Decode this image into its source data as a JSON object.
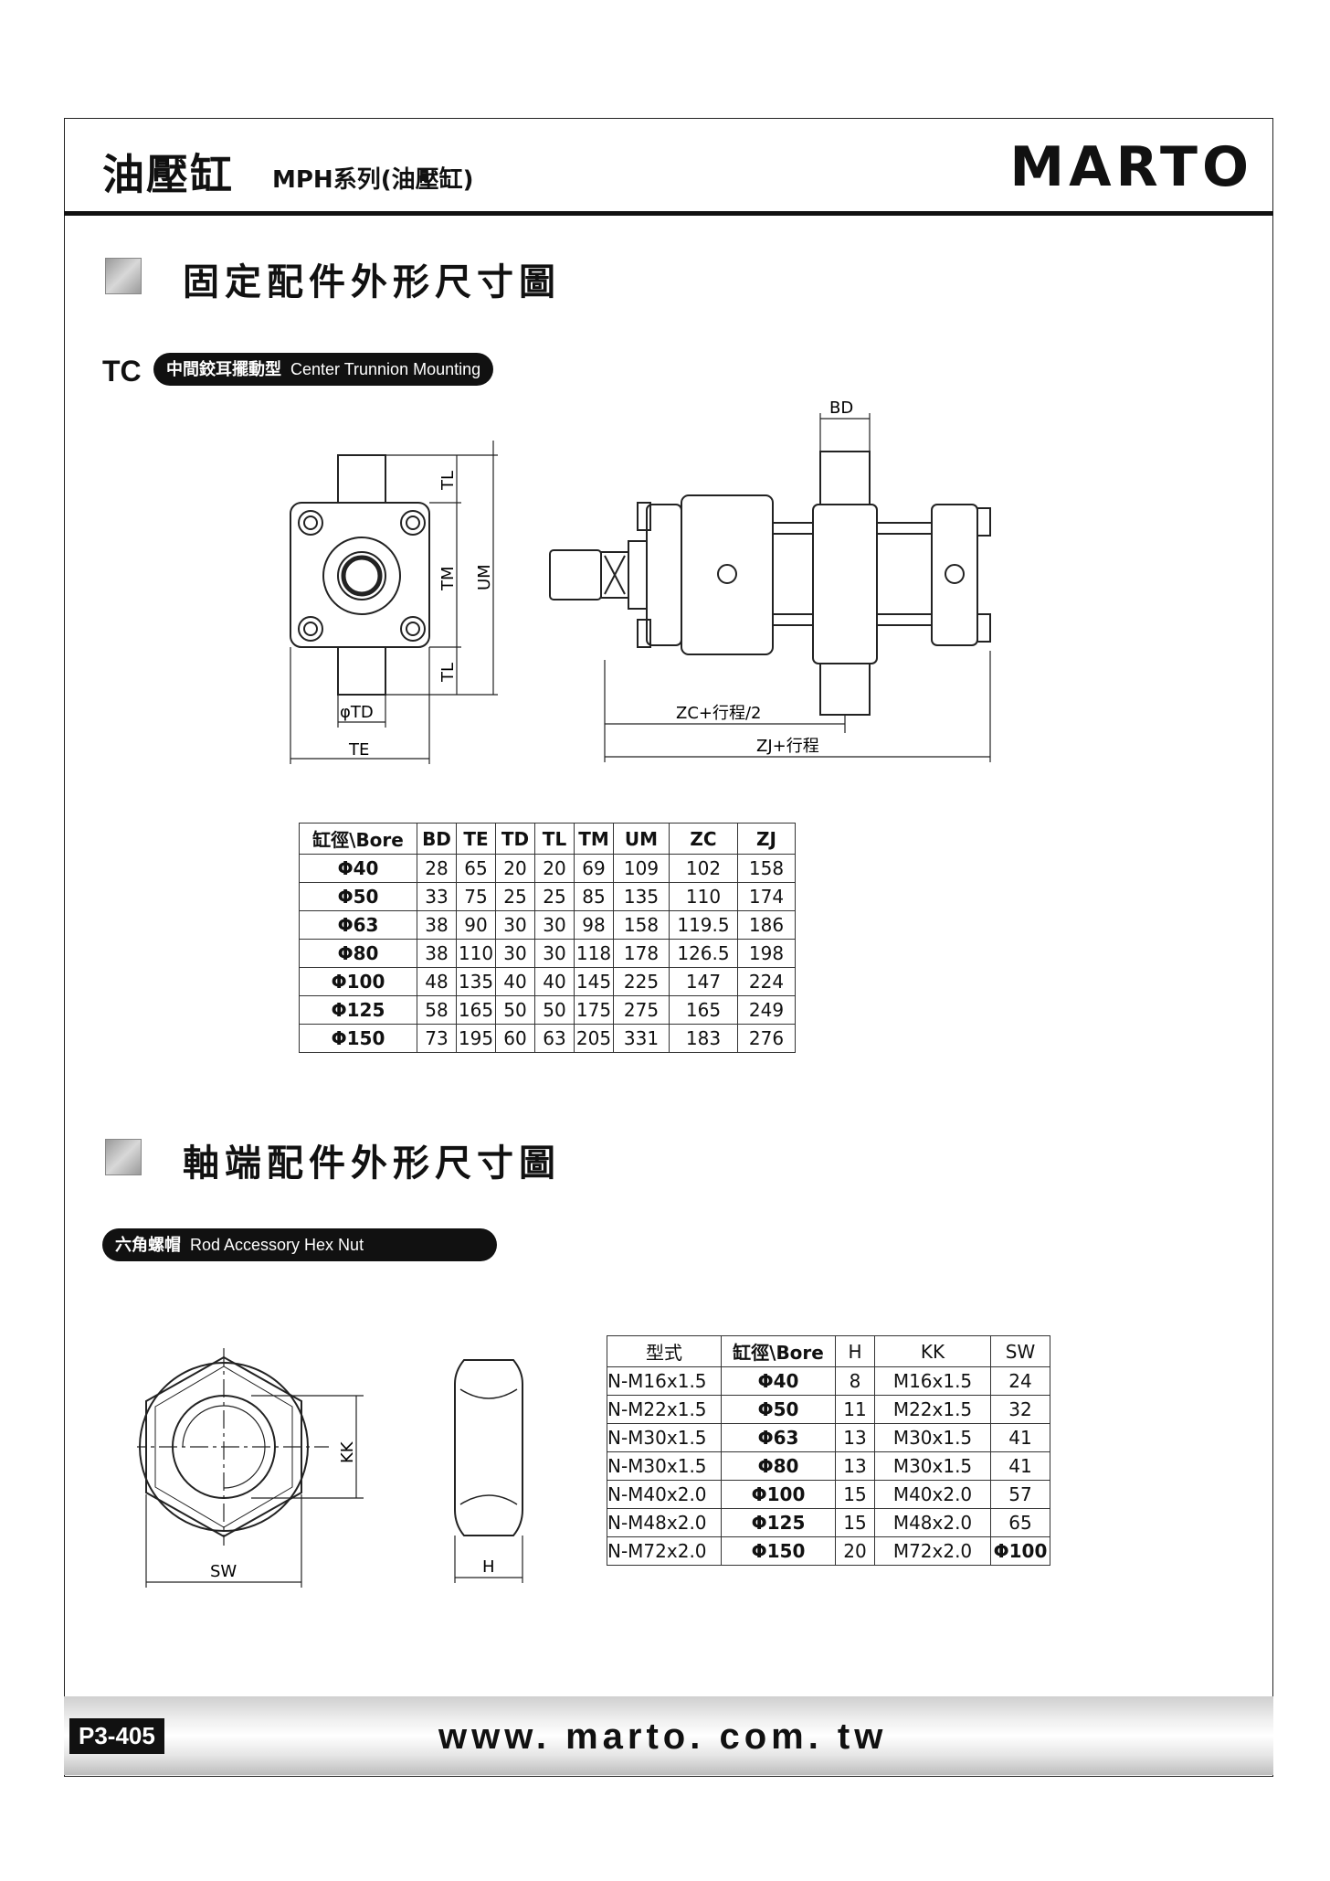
{
  "header": {
    "title_main": "油壓缸",
    "title_sub": "MPH系列(油壓缸)",
    "brand": "MARTO"
  },
  "section1": {
    "title": "固定配件外形尺寸圖",
    "code": "TC",
    "label_zh": "中間鉸耳擺動型",
    "label_en": "Center Trunnion Mounting"
  },
  "drawing1": {
    "labels": [
      "TL",
      "TM",
      "UM",
      "TL",
      "φTD",
      "TE",
      "BD",
      "ZC+行程/2",
      "ZJ+行程"
    ]
  },
  "table1": {
    "header_zh": "缸徑",
    "header_en": "Bore",
    "columns": [
      "BD",
      "TE",
      "TD",
      "TL",
      "TM",
      "UM",
      "ZC",
      "ZJ"
    ],
    "rows": [
      [
        "Φ40",
        "28",
        "65",
        "20",
        "20",
        "69",
        "109",
        "102",
        "158"
      ],
      [
        "Φ50",
        "33",
        "75",
        "25",
        "25",
        "85",
        "135",
        "110",
        "174"
      ],
      [
        "Φ63",
        "38",
        "90",
        "30",
        "30",
        "98",
        "158",
        "119.5",
        "186"
      ],
      [
        "Φ80",
        "38",
        "110",
        "30",
        "30",
        "118",
        "178",
        "126.5",
        "198"
      ],
      [
        "Φ100",
        "48",
        "135",
        "40",
        "40",
        "145",
        "225",
        "147",
        "224"
      ],
      [
        "Φ125",
        "58",
        "165",
        "50",
        "50",
        "175",
        "275",
        "165",
        "249"
      ],
      [
        "Φ150",
        "73",
        "195",
        "60",
        "63",
        "205",
        "331",
        "183",
        "276"
      ]
    ]
  },
  "section2": {
    "title": "軸端配件外形尺寸圖",
    "label_zh": "六角螺帽",
    "label_en": "Rod Accessory Hex Nut"
  },
  "drawing2": {
    "labels": [
      "KK",
      "SW",
      "H"
    ]
  },
  "table2": {
    "col_type": "型式",
    "header_zh": "缸徑",
    "header_en": "Bore",
    "columns": [
      "H",
      "KK",
      "SW"
    ],
    "rows": [
      [
        "N-M16x1.5",
        "Φ40",
        "8",
        "M16x1.5",
        "24"
      ],
      [
        "N-M22x1.5",
        "Φ50",
        "11",
        "M22x1.5",
        "32"
      ],
      [
        "N-M30x1.5",
        "Φ63",
        "13",
        "M30x1.5",
        "41"
      ],
      [
        "N-M30x1.5",
        "Φ80",
        "13",
        "M30x1.5",
        "41"
      ],
      [
        "N-M40x2.0",
        "Φ100",
        "15",
        "M40x2.0",
        "57"
      ],
      [
        "N-M48x2.0",
        "Φ125",
        "15",
        "M48x2.0",
        "65"
      ],
      [
        "N-M72x2.0",
        "Φ150",
        "20",
        "M72x2.0",
        "Φ100"
      ]
    ]
  },
  "footer": {
    "page": "P3-405",
    "url": "www. marto. com. tw"
  }
}
